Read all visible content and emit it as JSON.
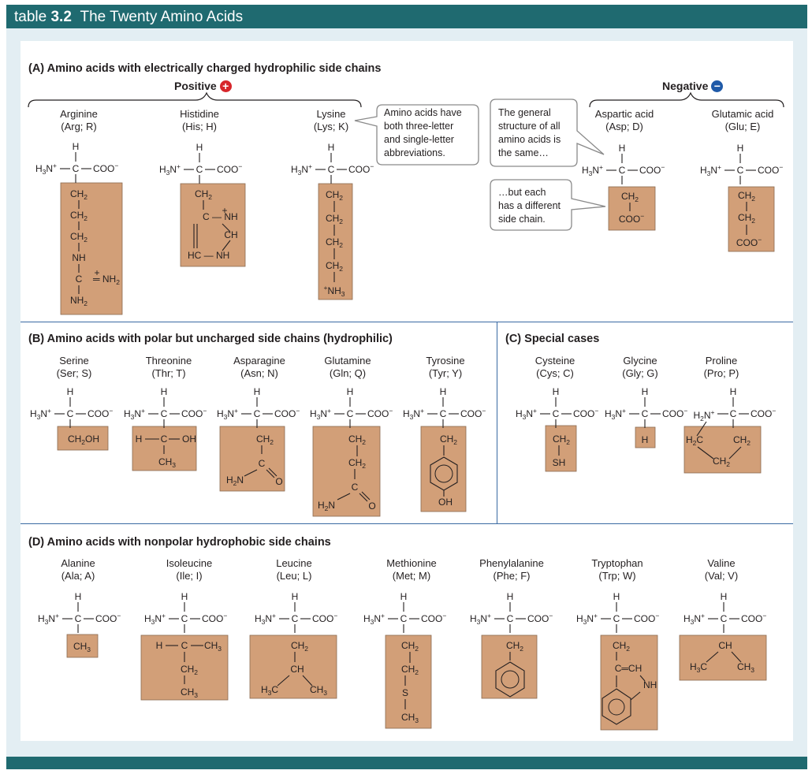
{
  "title": {
    "prefix": "table",
    "number": "3.2",
    "text": "The Twenty Amino Acids"
  },
  "sections": {
    "a": "(A)  Amino acids with electrically charged hydrophilic side chains",
    "b": "(B)  Amino acids with polar but uncharged side chains (hydrophilic)",
    "c": "(C)  Special cases",
    "d": "(D)  Amino acids with nonpolar hydrophobic side chains"
  },
  "groups": {
    "positive": "Positive",
    "negative": "Negative",
    "plus": "+",
    "minus": "−"
  },
  "callouts": {
    "abbr": [
      "Amino acids have",
      "both three-letter",
      "and single-letter",
      "abbreviations."
    ],
    "general": [
      "The general",
      "structure of all",
      "amino acids is",
      "the same…"
    ],
    "each": [
      "…but each",
      "has a different",
      "side chain."
    ]
  },
  "amino_acids": {
    "arg": {
      "name": "Arginine",
      "abbr": "(Arg; R)"
    },
    "his": {
      "name": "Histidine",
      "abbr": "(His; H)"
    },
    "lys": {
      "name": "Lysine",
      "abbr": "(Lys; K)"
    },
    "asp": {
      "name": "Aspartic acid",
      "abbr": "(Asp; D)"
    },
    "glu": {
      "name": "Glutamic acid",
      "abbr": "(Glu; E)"
    },
    "ser": {
      "name": "Serine",
      "abbr": "(Ser; S)"
    },
    "thr": {
      "name": "Threonine",
      "abbr": "(Thr; T)"
    },
    "asn": {
      "name": "Asparagine",
      "abbr": "(Asn; N)"
    },
    "gln": {
      "name": "Glutamine",
      "abbr": "(Gln; Q)"
    },
    "tyr": {
      "name": "Tyrosine",
      "abbr": "(Tyr; Y)"
    },
    "cys": {
      "name": "Cysteine",
      "abbr": "(Cys; C)"
    },
    "gly": {
      "name": "Glycine",
      "abbr": "(Gly; G)"
    },
    "pro": {
      "name": "Proline",
      "abbr": "(Pro; P)"
    },
    "ala": {
      "name": "Alanine",
      "abbr": "(Ala; A)"
    },
    "ile": {
      "name": "Isoleucine",
      "abbr": "(Ile; I)"
    },
    "leu": {
      "name": "Leucine",
      "abbr": "(Leu; L)"
    },
    "met": {
      "name": "Methionine",
      "abbr": "(Met; M)"
    },
    "phe": {
      "name": "Phenylalanine",
      "abbr": "(Phe; F)"
    },
    "trp": {
      "name": "Tryptophan",
      "abbr": "(Trp; W)"
    },
    "val": {
      "name": "Valine",
      "abbr": "(Val; V)"
    }
  },
  "chem": {
    "H": "H",
    "C": "C",
    "N": "N",
    "O": "O",
    "S": "S",
    "SH": "SH",
    "OH": "OH",
    "H3N": "H",
    "three": "3",
    "N_plus": "N",
    "plus": "+",
    "coo": "COO",
    "minus": "−",
    "CH": "CH",
    "CH2": "CH",
    "CH3": "CH",
    "H3C": "H",
    "H2C": "H",
    "H2N": "H",
    "NH": "NH",
    "NH2": "NH",
    "NH3": "NH",
    "HC": "HC",
    "CH2OH": "CH",
    "two": "2",
    "hydroxyl": "OH",
    "eq_CH": "C═CH"
  },
  "colors": {
    "teal": "#1f6a70",
    "frame": "#e3eef3",
    "side_chain": "#d29f78",
    "divider": "#3a6aa3",
    "positive": "#d7262b",
    "negative": "#1f5aa8"
  }
}
